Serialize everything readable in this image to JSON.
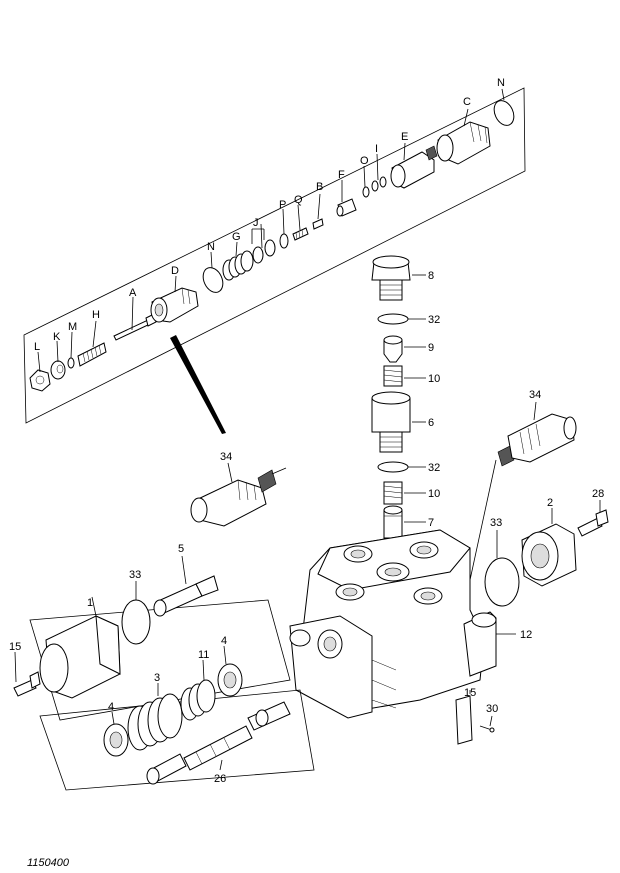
{
  "diagram": {
    "drawing_code": "1150400",
    "callouts": {
      "A": "A",
      "B": "B",
      "C": "C",
      "D": "D",
      "E": "E",
      "F": "F",
      "G": "G",
      "H": "H",
      "I": "I",
      "J": "J",
      "K": "K",
      "L": "L",
      "M": "M",
      "N": "N",
      "O": "O",
      "P": "P",
      "Q": "Q",
      "n1": "1",
      "n2": "2",
      "n3": "3",
      "n4": "4",
      "n5": "5",
      "n6": "6",
      "n7": "7",
      "n8": "8",
      "n9": "9",
      "n10": "10",
      "n11": "11",
      "n12": "12",
      "n15": "15",
      "n26": "26",
      "n28": "28",
      "n30": "30",
      "n32": "32",
      "n33": "33",
      "n34": "34"
    }
  }
}
